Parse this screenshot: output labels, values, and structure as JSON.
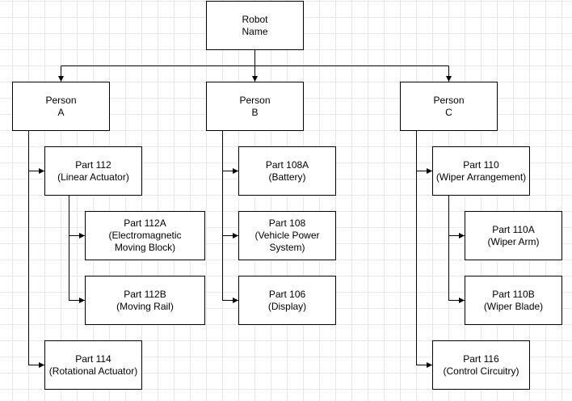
{
  "diagram": {
    "root": "Robot\nName",
    "persons": [
      {
        "label": "Person\nA",
        "parts": [
          {
            "label": "Part 112\n(Linear Actuator)",
            "subparts": [
              "Part 112A\n(Electromagnetic\nMoving Block)",
              "Part 112B\n(Moving Rail)"
            ]
          },
          {
            "label": "Part 114\n(Rotational Actuator)",
            "subparts": []
          }
        ]
      },
      {
        "label": "Person\nB",
        "parts": [
          {
            "label": "Part 108A\n(Battery)",
            "subparts": []
          },
          {
            "label": "Part 108\n(Vehicle Power\nSystem)",
            "subparts": []
          },
          {
            "label": "Part 106\n(Display)",
            "subparts": []
          }
        ]
      },
      {
        "label": "Person\nC",
        "parts": [
          {
            "label": "Part 110\n(Wiper Arrangement)",
            "subparts": [
              "Part 110A\n(Wiper Arm)",
              "Part 110B\n(Wiper Blade)"
            ]
          },
          {
            "label": "Part 116\n(Control Circuitry)",
            "subparts": []
          }
        ]
      }
    ]
  },
  "colors": {
    "line": "#000000",
    "node_border": "#000000",
    "node_fill": "#ffffff",
    "grid": "#e6e6e6"
  }
}
